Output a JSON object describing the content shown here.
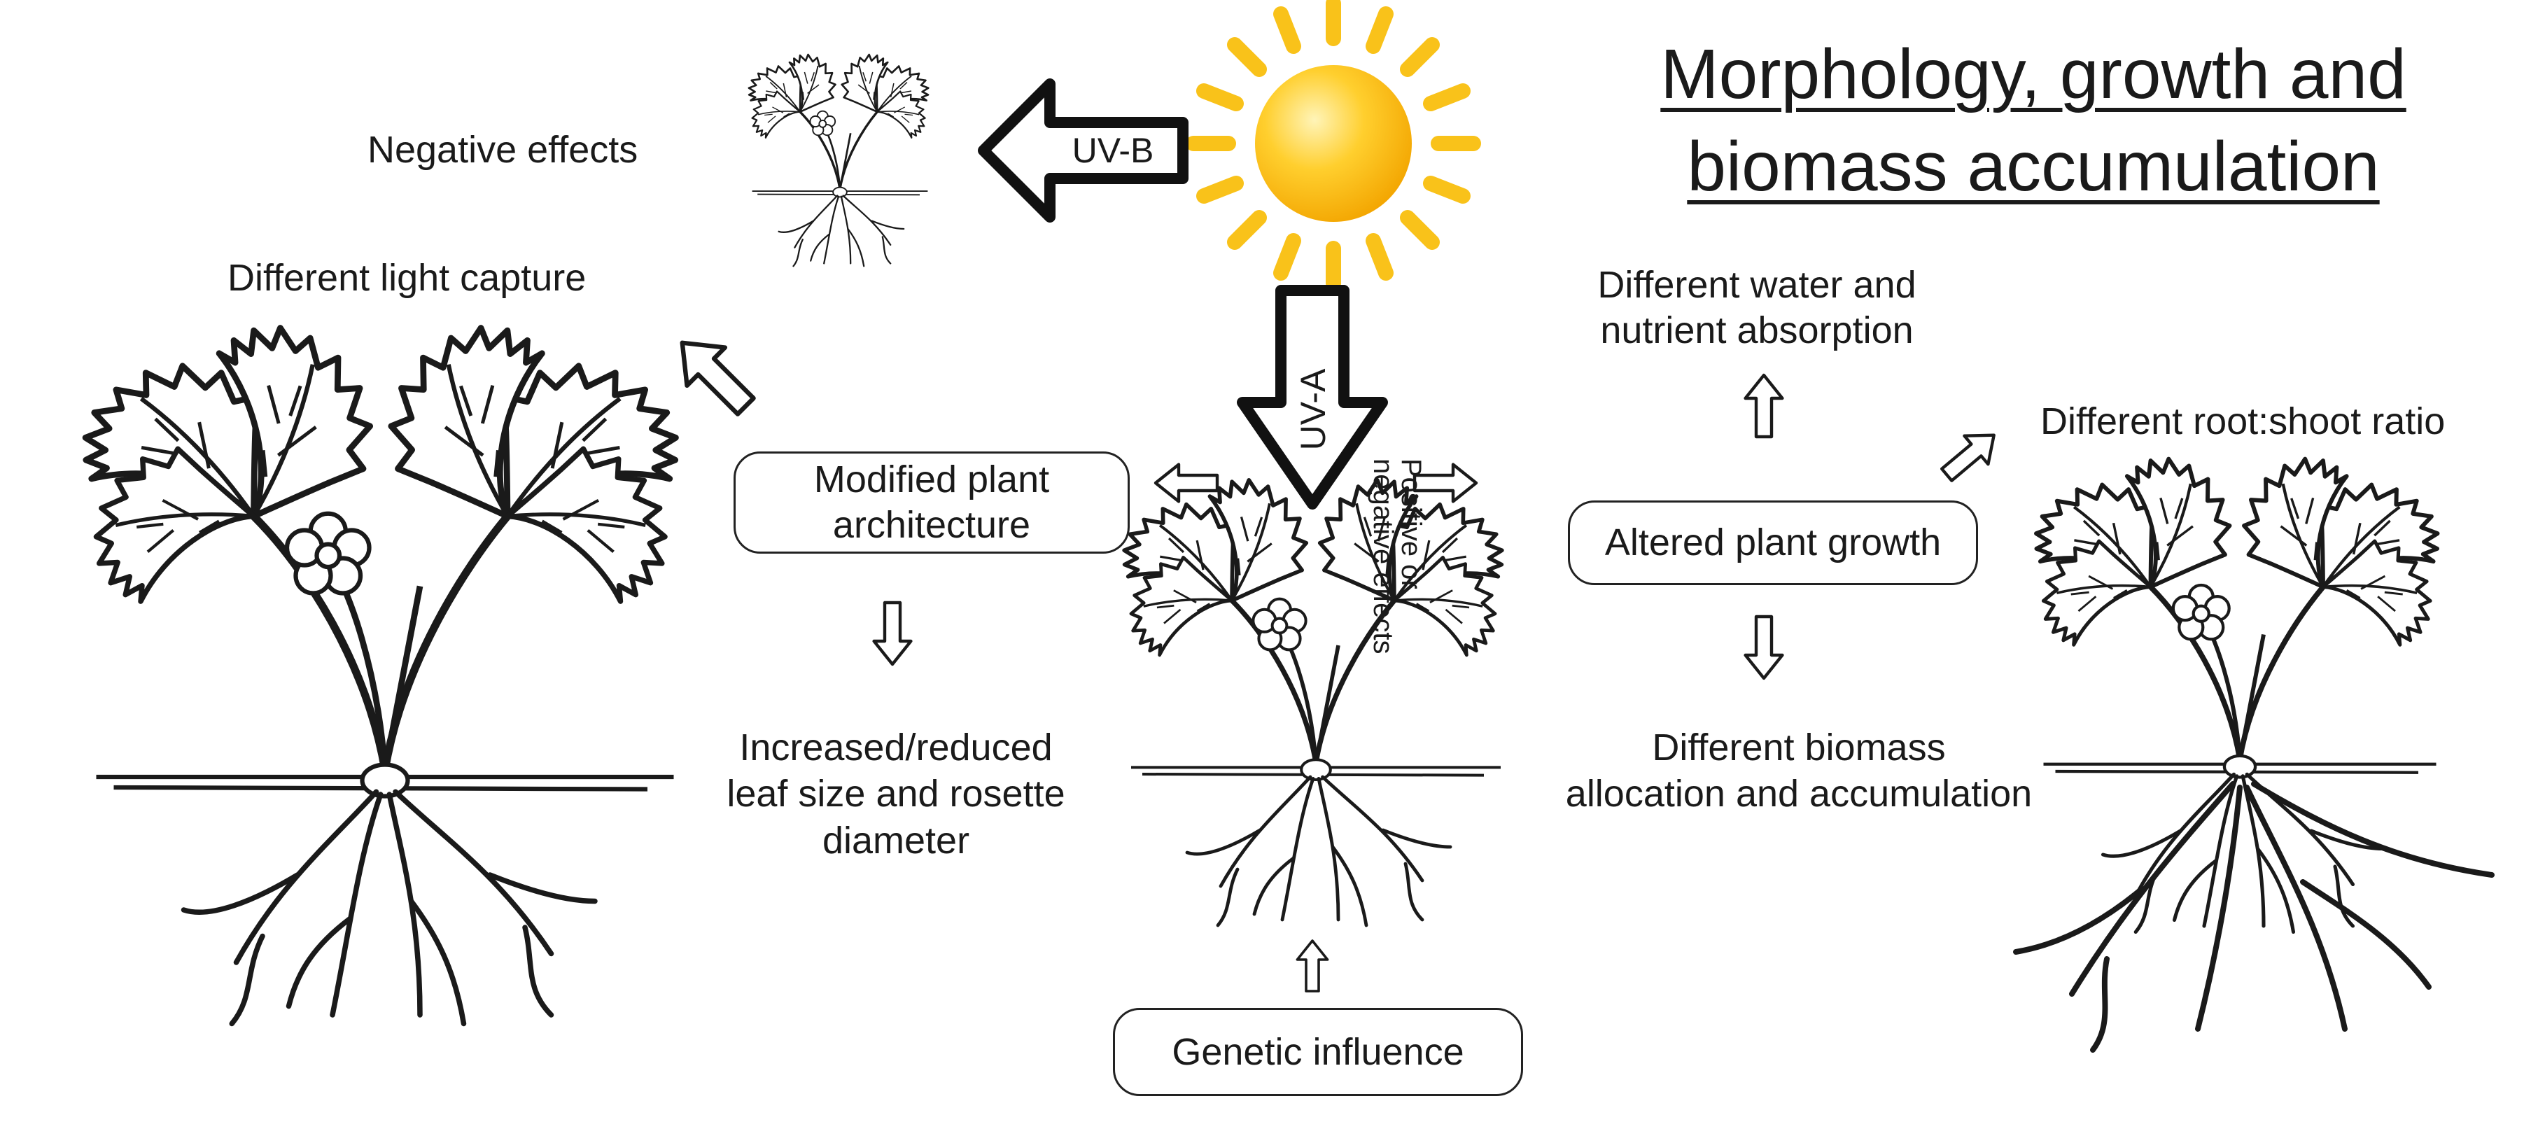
{
  "title": "Morphology, growth and biomass accumulation",
  "sun_arrows": {
    "uvb": "UV-B",
    "uva": "UV-A"
  },
  "labels": {
    "negative_effects": "Negative effects",
    "different_light_capture": "Different light capture",
    "positive_or_negative_line1": "Positive or",
    "positive_or_negative_line2": "negative effects",
    "different_water_nutrient_line1": "Different water and",
    "different_water_nutrient_line2": "nutrient absorption",
    "different_root_shoot": "Different root:shoot ratio",
    "leaf_size_line1": "Increased/reduced",
    "leaf_size_line2": "leaf size and rosette",
    "leaf_size_line3": "diameter",
    "biomass_line1": "Different biomass",
    "biomass_line2": "allocation and accumulation"
  },
  "boxes": {
    "modified_architecture_line1": "Modified plant",
    "modified_architecture_line2": "architecture",
    "altered_growth": "Altered plant growth",
    "genetic_influence": "Genetic influence"
  },
  "colors": {
    "sun_core": "#f7b500",
    "sun_ray": "#f9c21a",
    "sun_highlight": "#fff3b0",
    "line": "#1a1a1a"
  },
  "icons": [
    "sun-icon",
    "strawberry-plant-icon",
    "outline-arrow-icon"
  ]
}
